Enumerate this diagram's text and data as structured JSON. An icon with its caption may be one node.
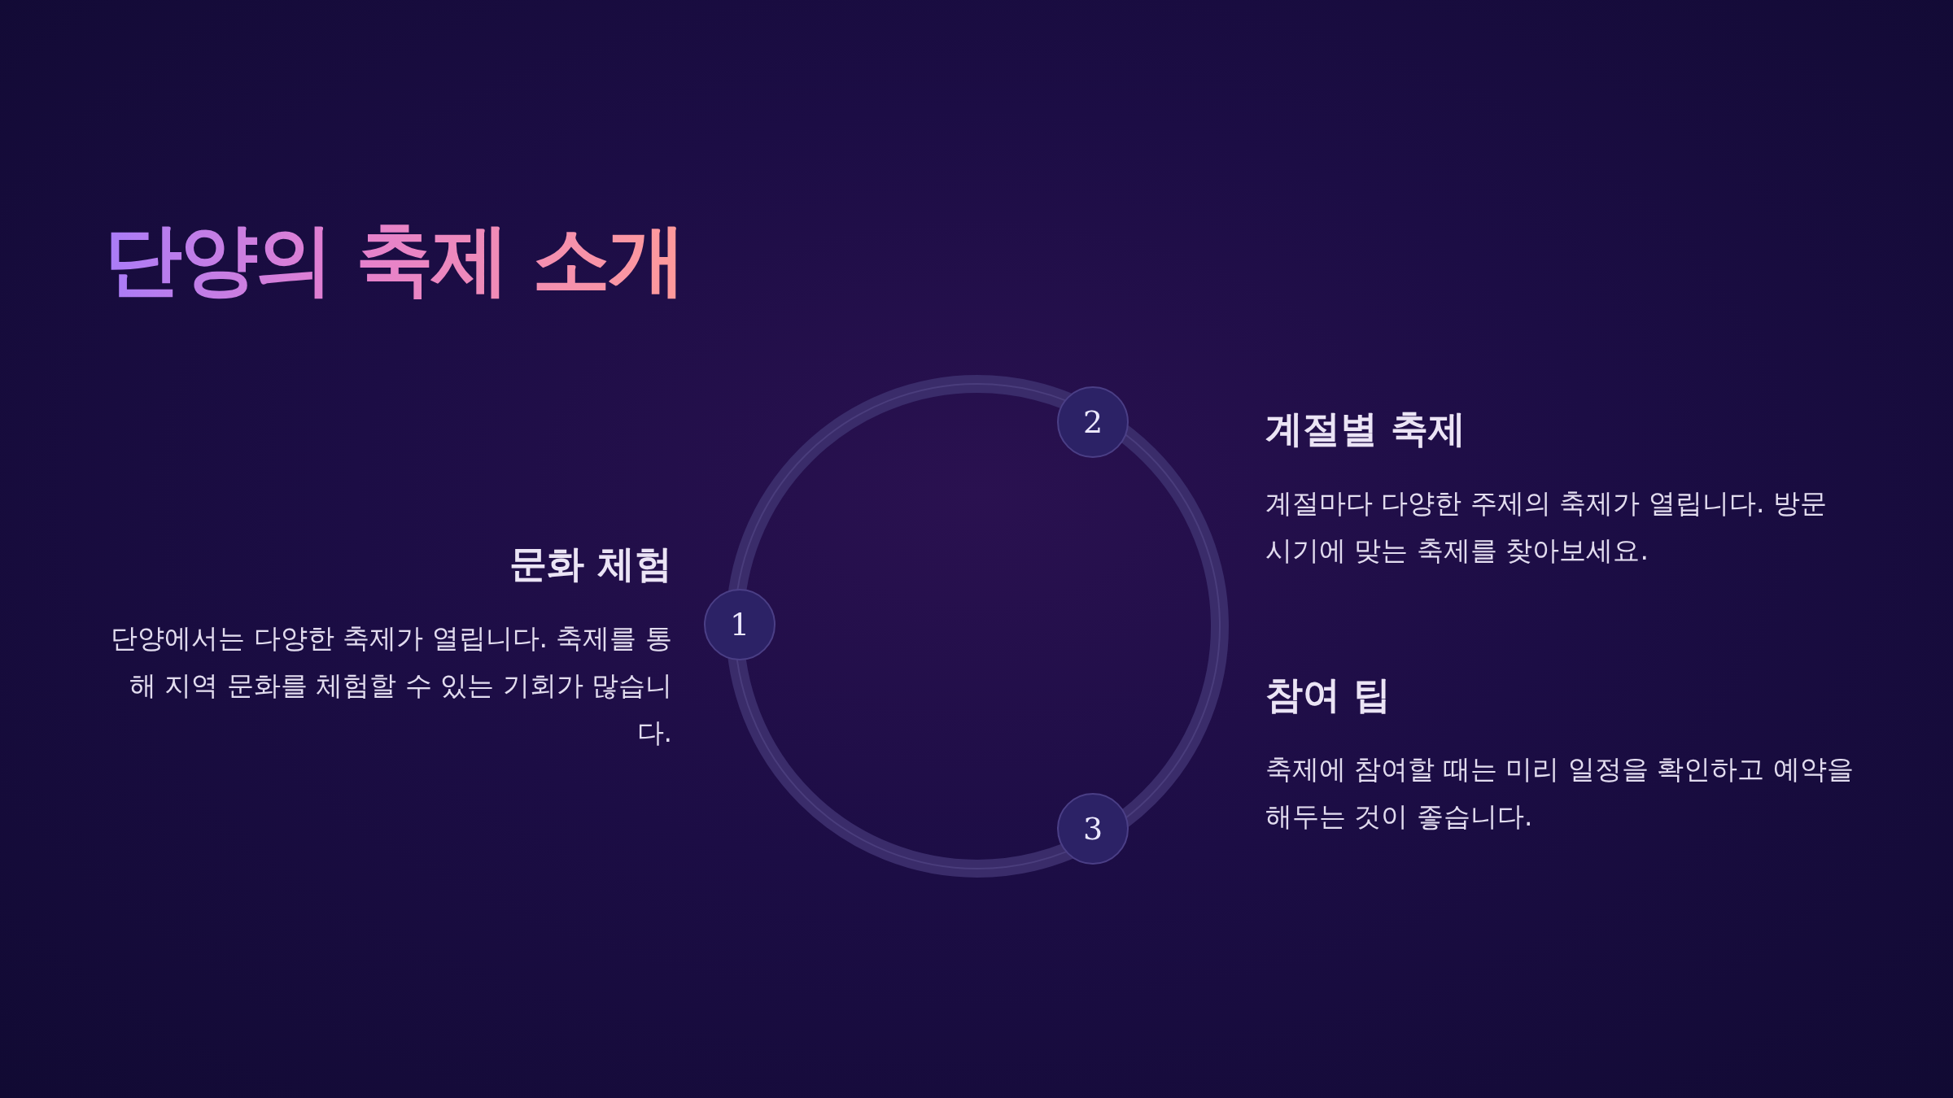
{
  "diagram": {
    "title": "단양의 축제 소개",
    "nodes": [
      {
        "text": [
          "1"
        ],
        "beside": [
          "문화 체험",
          "단양에서는 다양한 축제가 열립니다. 축제를 통해 지역 문화를 체험할 수 있는 기회가 많습니다."
        ]
      },
      {
        "text": [
          "2"
        ],
        "beside": [
          "계절별 축제",
          "계절마다 다양한 주제의 축제가 열립니다. 방문 시기에 맞는 축제를 찾아보세요."
        ]
      },
      {
        "text": [
          "3"
        ],
        "beside": [
          "참여 팁",
          "축제에 참여할 때는 미리 일정을 확인하고 예약을 해두는 것이 좋습니다."
        ]
      }
    ]
  }
}
